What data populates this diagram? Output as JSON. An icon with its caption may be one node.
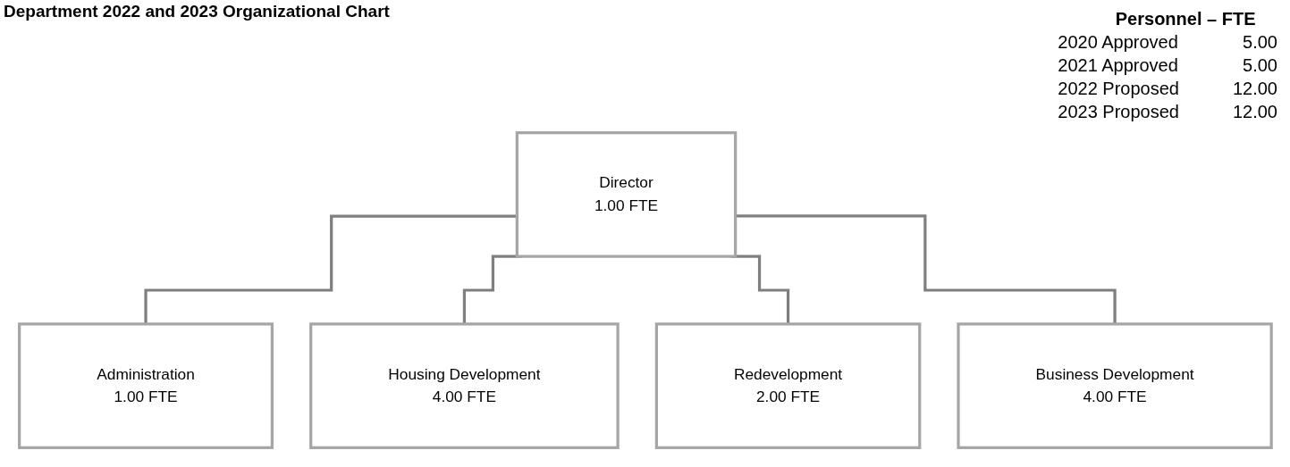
{
  "diagram": {
    "title": "Department 2022 and 2023 Organizational Chart",
    "nodes": [
      {
        "text": [
          "Director",
          "1.00 FTE"
        ]
      },
      {
        "text": [
          "Administration",
          "1.00 FTE"
        ]
      },
      {
        "text": [
          "Housing Development",
          "4.00 FTE"
        ]
      },
      {
        "text": [
          "Redevelopment",
          "2.00 FTE"
        ]
      },
      {
        "text": [
          "Business Development",
          "4.00 FTE"
        ]
      }
    ],
    "edges": [
      {
        "from": 0,
        "to": 1,
        "arrow": "none"
      },
      {
        "from": 0,
        "to": 2,
        "arrow": "none"
      },
      {
        "from": 0,
        "to": 3,
        "arrow": "none"
      },
      {
        "from": 0,
        "to": 4,
        "arrow": "none"
      }
    ],
    "labels": [
      "Personnel – FTE",
      "2020 Approved",
      "5.00",
      "2021 Approved",
      "5.00",
      "2022 Proposed",
      "12.00",
      "2023 Proposed",
      "12.00"
    ]
  }
}
